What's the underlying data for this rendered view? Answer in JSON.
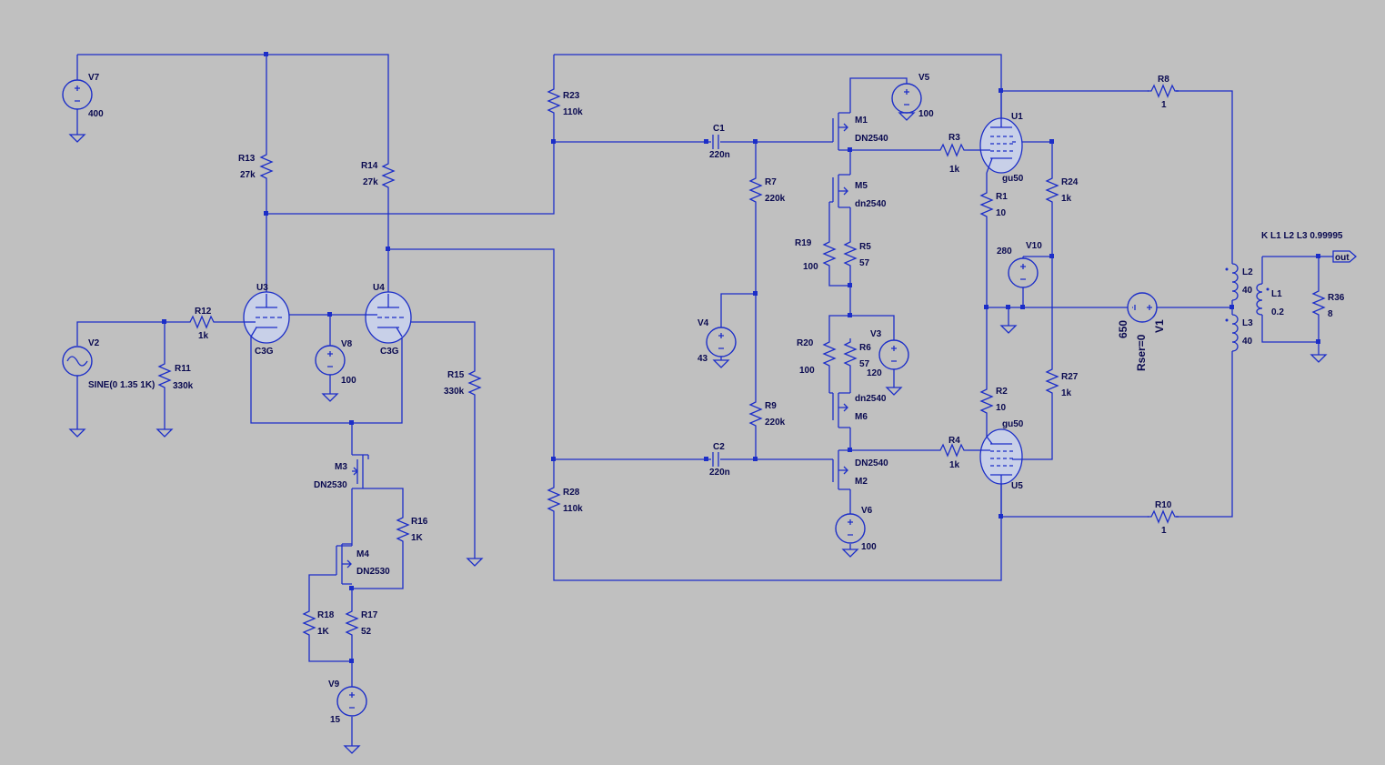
{
  "components": {
    "V7": {
      "name": "V7",
      "value": "400"
    },
    "V2": {
      "name": "V2",
      "value": "SINE(0 1.35 1K)"
    },
    "V8": {
      "name": "V8",
      "value": "100"
    },
    "V9": {
      "name": "V9",
      "value": "15"
    },
    "V4": {
      "name": "V4",
      "value": "43"
    },
    "V5": {
      "name": "V5",
      "value": "100"
    },
    "V3": {
      "name": "V3",
      "value": "120"
    },
    "V6": {
      "name": "V6",
      "value": "100"
    },
    "V10": {
      "name": "V10",
      "value": "280"
    },
    "V1": {
      "name": "V1",
      "value": "650",
      "extra": "Rser=0"
    },
    "R12": {
      "name": "R12",
      "value": "1k"
    },
    "R11": {
      "name": "R11",
      "value": "330k"
    },
    "R13": {
      "name": "R13",
      "value": "27k"
    },
    "R14": {
      "name": "R14",
      "value": "27k"
    },
    "R15": {
      "name": "R15",
      "value": "330k"
    },
    "R16": {
      "name": "R16",
      "value": "1K"
    },
    "R17": {
      "name": "R17",
      "value": "52"
    },
    "R18": {
      "name": "R18",
      "value": "1K"
    },
    "R23": {
      "name": "R23",
      "value": "110k"
    },
    "R28": {
      "name": "R28",
      "value": "110k"
    },
    "R7": {
      "name": "R7",
      "value": "220k"
    },
    "R9": {
      "name": "R9",
      "value": "220k"
    },
    "R19": {
      "name": "R19",
      "value": "100"
    },
    "R5": {
      "name": "R5",
      "value": "57"
    },
    "R20": {
      "name": "R20",
      "value": "100"
    },
    "R6": {
      "name": "R6",
      "value": "57"
    },
    "R3": {
      "name": "R3",
      "value": "1k"
    },
    "R4": {
      "name": "R4",
      "value": "1k"
    },
    "R1": {
      "name": "R1",
      "value": "10"
    },
    "R2": {
      "name": "R2",
      "value": "10"
    },
    "R24": {
      "name": "R24",
      "value": "1k"
    },
    "R27": {
      "name": "R27",
      "value": "1k"
    },
    "R8": {
      "name": "R8",
      "value": "1"
    },
    "R10": {
      "name": "R10",
      "value": "1"
    },
    "R36": {
      "name": "R36",
      "value": "8"
    },
    "C1": {
      "name": "C1",
      "value": "220n"
    },
    "C2": {
      "name": "C2",
      "value": "220n"
    },
    "L1": {
      "name": "L1",
      "value": "0.2"
    },
    "L2": {
      "name": "L2",
      "value": "40"
    },
    "L3": {
      "name": "L3",
      "value": "40"
    },
    "U1": {
      "name": "U1",
      "value": "gu50"
    },
    "U5": {
      "name": "U5",
      "value": "gu50"
    },
    "U3": {
      "name": "U3",
      "value": "C3G"
    },
    "U4": {
      "name": "U4",
      "value": "C3G"
    },
    "M1": {
      "name": "M1",
      "value": "DN2540"
    },
    "M2": {
      "name": "M2",
      "value": "DN2540"
    },
    "M5": {
      "name": "M5",
      "value": "dn2540"
    },
    "M6": {
      "name": "M6",
      "value": "dn2540"
    },
    "M3": {
      "name": "M3",
      "value": "DN2530"
    },
    "M4": {
      "name": "M4",
      "value": "DN2530"
    }
  },
  "directive": "K L1 L2 L3 0.99995",
  "out_label": "out",
  "colors": {
    "background": "#c0c0c0",
    "wire": "#1c2ec8",
    "text": "#0a0a50"
  }
}
